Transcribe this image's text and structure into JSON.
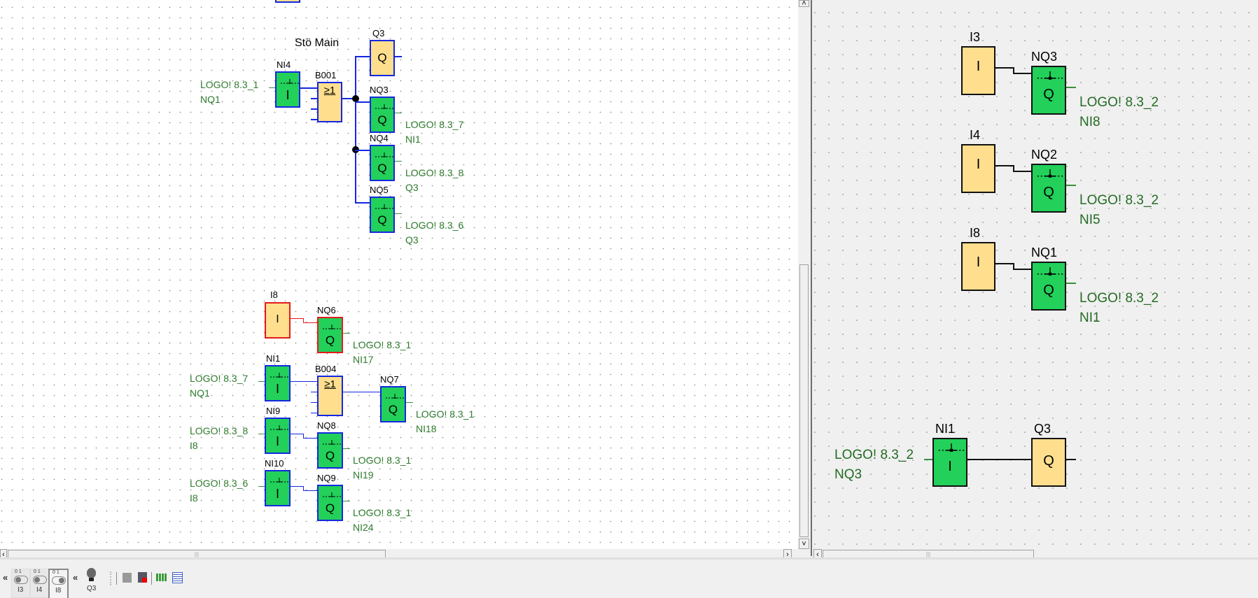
{
  "left_diagram": {
    "title": "Stö Main",
    "blocks": {
      "q3": {
        "name": "Q3",
        "glyph": "Q"
      },
      "ni4": {
        "name": "NI4",
        "glyph": "I"
      },
      "b001": {
        "name": "B001",
        "glyph": "≥1"
      },
      "nq3": {
        "name": "NQ3",
        "glyph": "Q"
      },
      "nq4": {
        "name": "NQ4",
        "glyph": "Q"
      },
      "nq5": {
        "name": "NQ5",
        "glyph": "Q"
      },
      "i8": {
        "name": "I8",
        "glyph": "I"
      },
      "nq6": {
        "name": "NQ6",
        "glyph": "Q"
      },
      "ni1": {
        "name": "NI1",
        "glyph": "I"
      },
      "b004": {
        "name": "B004",
        "glyph": "≥1"
      },
      "nq7": {
        "name": "NQ7",
        "glyph": "Q"
      },
      "ni9": {
        "name": "NI9",
        "glyph": "I"
      },
      "nq8": {
        "name": "NQ8",
        "glyph": "Q"
      },
      "ni10": {
        "name": "NI10",
        "glyph": "I"
      },
      "nq9": {
        "name": "NQ9",
        "glyph": "Q"
      }
    },
    "references": {
      "ni4_ref": {
        "device": "LOGO! 8.3_1",
        "signal": "NQ1"
      },
      "nq3_ref": {
        "device": "LOGO! 8.3_7",
        "signal": "NI1"
      },
      "nq4_ref": {
        "device": "LOGO! 8.3_8",
        "signal": "Q3"
      },
      "nq5_ref": {
        "device": "LOGO! 8.3_6",
        "signal": "Q3"
      },
      "nq6_ref": {
        "device": "LOGO! 8.3_1",
        "signal": "NI17"
      },
      "ni1_ref": {
        "device": "LOGO! 8.3_7",
        "signal": "NQ1"
      },
      "nq7_ref": {
        "device": "LOGO! 8.3_1",
        "signal": "NI18"
      },
      "ni9_ref": {
        "device": "LOGO! 8.3_8",
        "signal": "I8"
      },
      "nq8_ref": {
        "device": "LOGO! 8.3_1",
        "signal": "NI19"
      },
      "ni10_ref": {
        "device": "LOGO! 8.3_6",
        "signal": "I8"
      },
      "nq9_ref": {
        "device": "LOGO! 8.3_1",
        "signal": "NI24"
      }
    }
  },
  "right_diagram": {
    "blocks": {
      "i3": {
        "name": "I3",
        "glyph": "I"
      },
      "nq3": {
        "name": "NQ3",
        "glyph": "Q"
      },
      "i4": {
        "name": "I4",
        "glyph": "I"
      },
      "nq2": {
        "name": "NQ2",
        "glyph": "Q"
      },
      "i8": {
        "name": "I8",
        "glyph": "I"
      },
      "nq1": {
        "name": "NQ1",
        "glyph": "Q"
      },
      "ni1": {
        "name": "NI1",
        "glyph": "I"
      },
      "q3": {
        "name": "Q3",
        "glyph": "Q"
      }
    },
    "references": {
      "nq3_ref": {
        "device": "LOGO! 8.3_2",
        "signal": "NI8"
      },
      "nq2_ref": {
        "device": "LOGO! 8.3_2",
        "signal": "NI5"
      },
      "nq1_ref": {
        "device": "LOGO! 8.3_2",
        "signal": "NI1"
      },
      "ni1_ref": {
        "device": "LOGO! 8.3_2",
        "signal": "NQ3"
      }
    }
  },
  "scrollbars": {
    "up": "˄",
    "down": "˅",
    "left": "‹",
    "right": "›",
    "grip": "|||"
  },
  "bottom_toolbar": {
    "collapse_left": "«",
    "switches": [
      {
        "label": "I3",
        "states": "0 1"
      },
      {
        "label": "I4",
        "states": "0 1"
      },
      {
        "label": "I8",
        "states": "0 1"
      }
    ],
    "collapse_outputs": "«",
    "lamp_label": "Q3",
    "icons": [
      "simulation-icon",
      "stop-simulation-icon",
      "network-grid-icon",
      "table-view-icon"
    ]
  }
}
